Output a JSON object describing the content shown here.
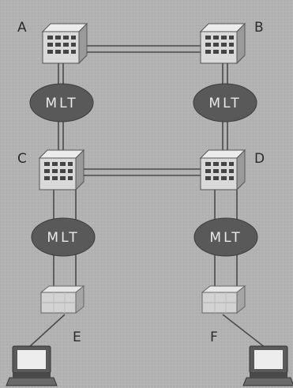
{
  "nodes": {
    "a": {
      "label": "A"
    },
    "b": {
      "label": "B"
    },
    "c": {
      "label": "C"
    },
    "d": {
      "label": "D"
    },
    "e": {
      "label": "E"
    },
    "f": {
      "label": "F"
    }
  },
  "mlt": {
    "top_left": {
      "label": "MLT"
    },
    "top_right": {
      "label": "MLT"
    },
    "bottom_left": {
      "label": "MLT"
    },
    "bottom_right": {
      "label": "MLT"
    }
  },
  "colors": {
    "background": "#b2b2b2",
    "switch_front": "#d9d9d9",
    "switch_top": "#ececec",
    "switch_side": "#9a9a9a",
    "port": "#444444",
    "mlt_fill": "#595959",
    "link": "#4a4a4a",
    "computer_screen": "#ededed",
    "computer_body": "#5a5a5a"
  },
  "icons": {
    "switch": "network-switch-icon",
    "edge_switch": "edge-switch-icon",
    "computer": "computer-terminal-icon",
    "mlt": "multi-link-trunk-ellipse"
  }
}
